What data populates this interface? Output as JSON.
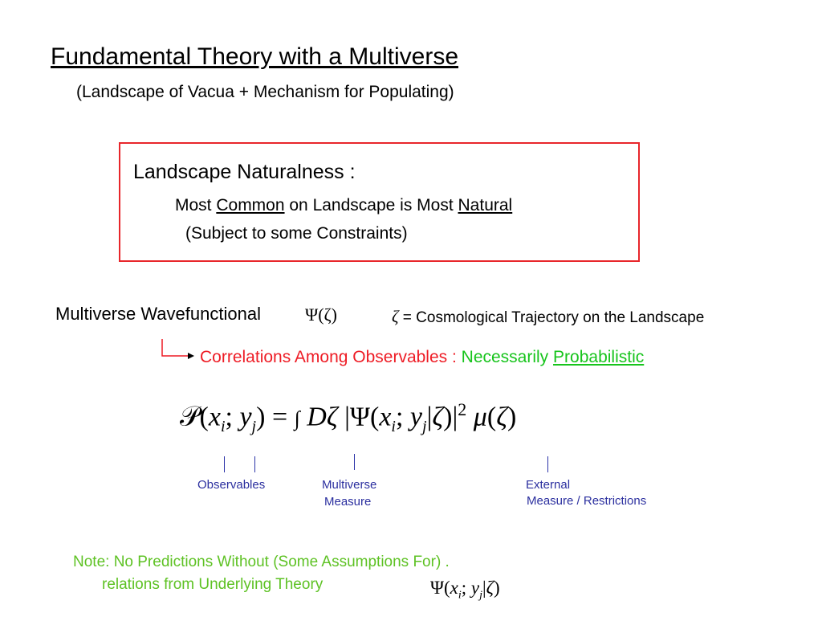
{
  "title": "Fundamental Theory with a Multiverse",
  "subtitle": "(Landscape of Vacua + Mechanism for Populating)",
  "naturalness": {
    "heading": "Landscape Naturalness :",
    "most": "Most ",
    "common": "Common",
    "middle": " on Landscape is Most ",
    "natural": "Natural",
    "constraints": "(Subject to some Constraints)"
  },
  "wavefunctional": {
    "label": "Multiverse Wavefunctional",
    "symbol": "Ψ(ζ)",
    "zeta": "ζ",
    "zeta_definition": " = Cosmological Trajectory on the Landscape"
  },
  "correlations": {
    "text": "Correlations Among Observables  :  ",
    "necessarily": "Necessarily ",
    "probabilistic": "Probabilistic"
  },
  "formula": {
    "P": "𝒫",
    "open": "(",
    "x": "x",
    "i": "i",
    "semi": "; ",
    "y": "y",
    "j": "j",
    "close": ")",
    "equals": " = ",
    "integral": "∫",
    "D": " D",
    "zeta": "ζ",
    "bar_open": " |",
    "Psi": "Ψ",
    "open2": "(",
    "x2": "x",
    "i2": "i",
    "semi2": "; ",
    "y2": "y",
    "j2": "j",
    "bar_mid": "|",
    "zeta2": "ζ",
    "close2": ")",
    "bar_close": "|",
    "power": "2",
    "mu": " μ",
    "open3": "(",
    "zeta3": "ζ",
    "close3": ")"
  },
  "annotations": {
    "observables": "Observables",
    "multiverse": "Multiverse",
    "measure": "Measure",
    "external": "External",
    "external_measure": "Measure / Restrictions"
  },
  "note": {
    "line1": "Note: No Predictions Without (Some Assumptions For) .",
    "line2": "relations from Underlying Theory",
    "formula": {
      "Psi": "Ψ",
      "open": "(",
      "x": "x",
      "i": "i",
      "semi": "; ",
      "y": "y",
      "j": "j",
      "bar": "|",
      "zeta": "ζ",
      "close": ")"
    }
  },
  "colors": {
    "box_border": "#e8262b",
    "red_text": "#ee1c25",
    "green_text": "#17c41c",
    "note_green": "#5ec224",
    "annotation_blue": "#2b2f9f"
  }
}
